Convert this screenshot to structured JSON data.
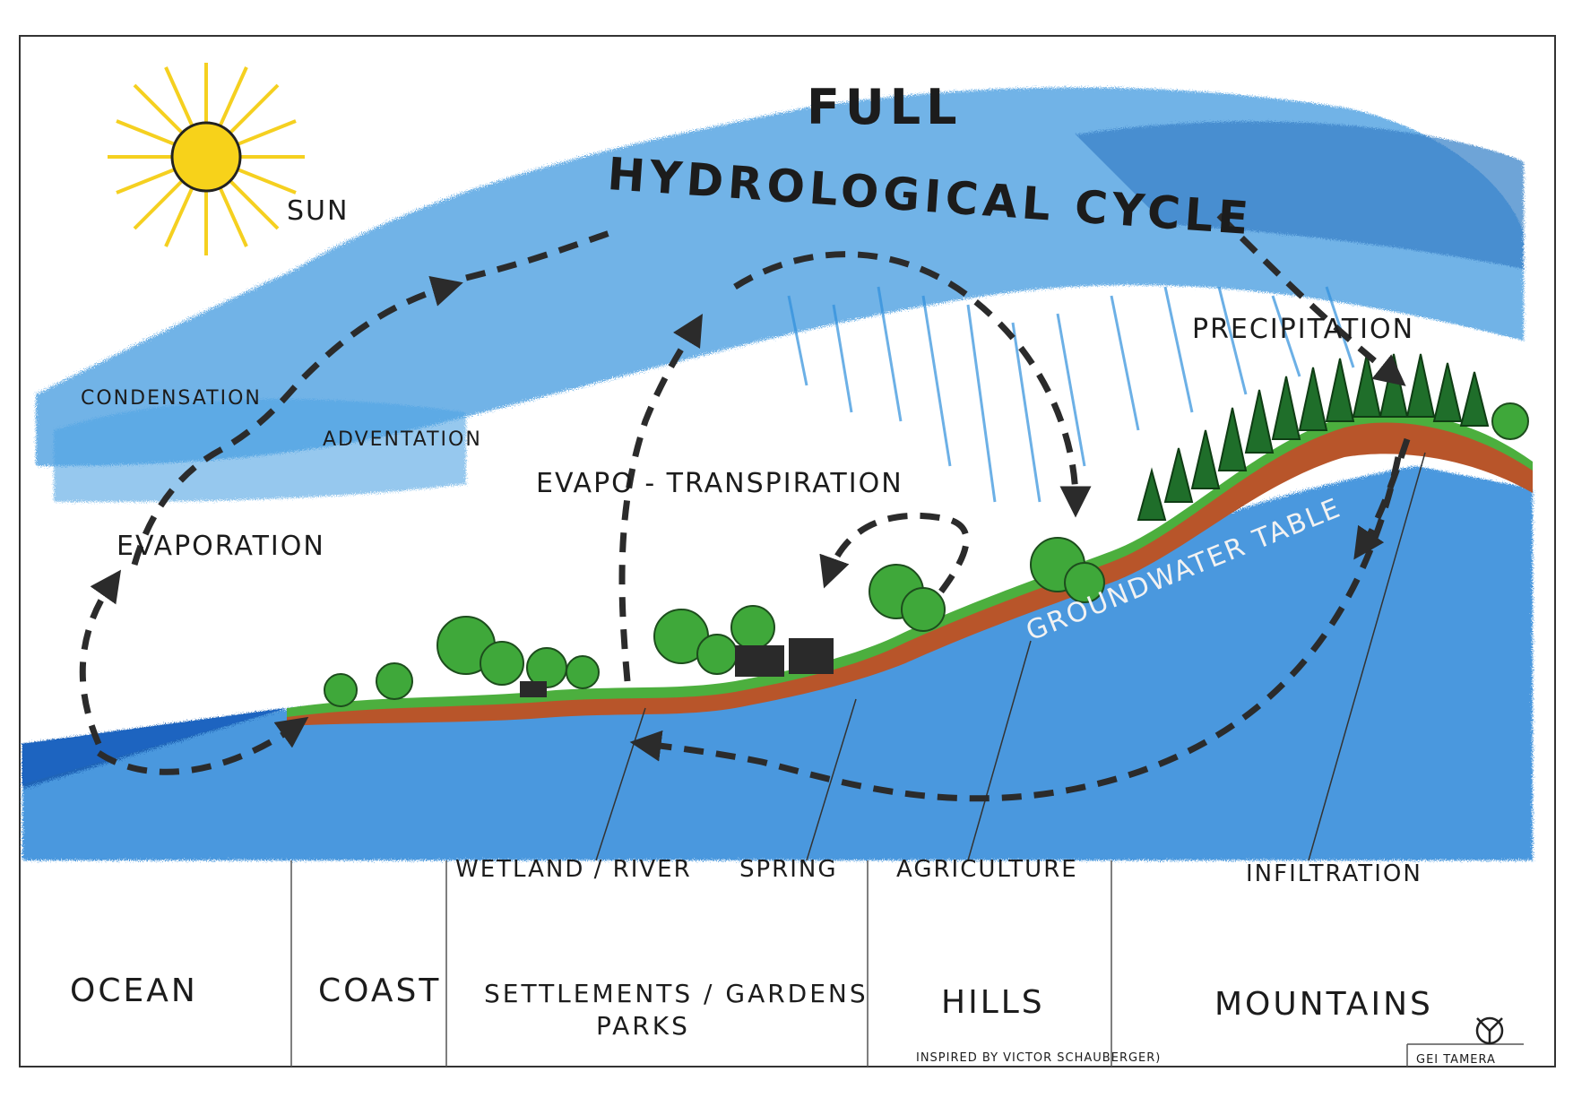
{
  "title_line1": "FULL",
  "title_line2": "HYDROLOGICAL CYCLE",
  "labels": {
    "sun": "SUN",
    "condensation": "CONDENSATION",
    "advection": "ADVENTATION",
    "evaporation": "EVAPORATION",
    "evapotranspiration": "EVAPO - TRANSPIRATION",
    "precipitation": "PRECIPITATION",
    "groundwater": "GROUNDWATER TABLE",
    "wetland": "WETLAND / RIVER",
    "spring": "SPRING",
    "agriculture": "AGRICULTURE",
    "infiltration": "INFILTRATION"
  },
  "zones": {
    "ocean": "OCEAN",
    "coast": "COAST",
    "settlements_line1": "SETTLEMENTS / GARDENS",
    "settlements_line2": "PARKS",
    "hills": "HILLS",
    "mountains": "MOUNTAINS"
  },
  "credits": {
    "inspired": "INSPIRED BY VICTOR SCHAUBERGER)",
    "author": "GEI TAMERA"
  },
  "colors": {
    "sky_blue": "#2f8fdc",
    "water_blue": "#2c86d8",
    "sun_yellow": "#f5d020",
    "tree_green": "#3fa83a",
    "dark_tree": "#1f6e2a",
    "soil_brown": "#b8552a",
    "arrow": "#2b2b2b"
  }
}
